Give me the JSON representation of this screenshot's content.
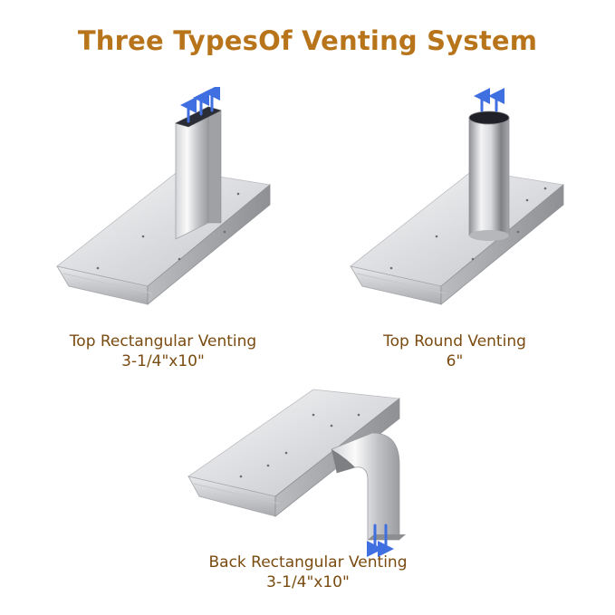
{
  "title": "Three TypesOf Venting System",
  "colors": {
    "title": "#b8741a",
    "caption": "#7a4b10",
    "steel_light": "#f2f2f3",
    "steel_mid": "#cfd0d3",
    "steel_dark": "#8e9094",
    "airflow_arrow": "#3f6fe0"
  },
  "items": [
    {
      "name": "Top Rectangular Venting",
      "size": "3-1/4\"x10\"",
      "icon": "range-hood-top-rectangular-duct"
    },
    {
      "name": "Top Round Venting",
      "size": "6\"",
      "icon": "range-hood-top-round-duct"
    },
    {
      "name": "Back Rectangular Venting",
      "size": "3-1/4\"x10\"",
      "icon": "range-hood-back-rectangular-duct"
    }
  ]
}
